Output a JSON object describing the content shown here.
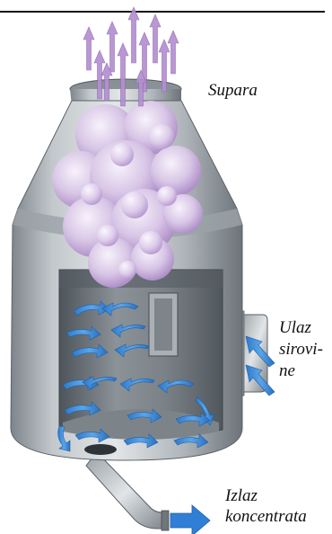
{
  "labels": {
    "steam": "Supara",
    "inlet_line1": "Ulaz",
    "inlet_line2": "sirovi-",
    "inlet_line3": "ne",
    "outlet_line1": "Izlaz",
    "outlet_line2": "koncentrata"
  },
  "colors": {
    "vessel_light": "#d4d8dc",
    "vessel_dark": "#6f767c",
    "interior": "#5f676e",
    "steam_light": "#ede3f3",
    "steam_mid": "#b99ccf",
    "arrow_purple": "#b48fd0",
    "arrow_blue": "#3f8fd8",
    "outlet_arrow": "#2f7fd6"
  },
  "icons": {
    "steam_arrows": "up-arrow-icon",
    "circulation_arrows": "curved-arrow-icon",
    "inlet_arrows": "inlet-arrow-icon",
    "outlet_arrow": "right-arrow-icon"
  }
}
